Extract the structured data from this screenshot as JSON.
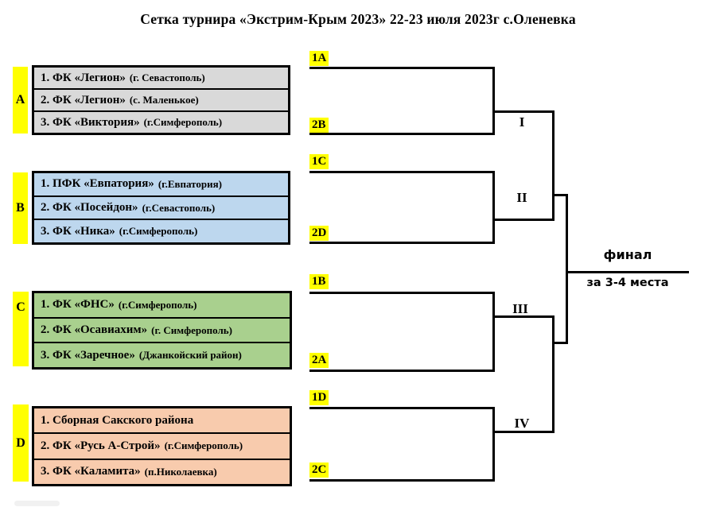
{
  "title": "Сетка турнира «Экстрим-Крым 2023» 22-23 июля 2023г с.Оленевка",
  "groups": [
    {
      "label": "A",
      "fill_color": "#d9d9d9",
      "teams": [
        {
          "name": "1. ФК «Легион»",
          "venue": "(г. Севастополь)"
        },
        {
          "name": "2. ФК «Легион»",
          "venue": "(с. Маленькое)"
        },
        {
          "name": "3. ФК «Виктория»",
          "venue": "(г.Симферополь)"
        }
      ]
    },
    {
      "label": "B",
      "fill_color": "#bdd7ee",
      "teams": [
        {
          "name": "1. ПФК «Евпатория»",
          "venue": "(г.Евпатория)"
        },
        {
          "name": "2. ФК «Посейдон»",
          "venue": "(г.Севастополь)"
        },
        {
          "name": "3. ФК «Ника»",
          "venue": "(г.Симферополь)"
        }
      ]
    },
    {
      "label": "C",
      "fill_color": "#a9d08e",
      "teams": [
        {
          "name": "1. ФК «ФНС»",
          "venue": "(г.Симферополь)"
        },
        {
          "name": "2. ФК «Осавиахим»",
          "venue": "(г. Симферополь)"
        },
        {
          "name": "3. ФК «Заречное»",
          "venue": "(Джанкойский район)"
        }
      ]
    },
    {
      "label": "D",
      "fill_color": "#f8cbad",
      "teams": [
        {
          "name": "1. Сборная Сакского района",
          "venue": ""
        },
        {
          "name": "2. ФК «Русь А-Строй»",
          "venue": "(г.Симферополь)"
        },
        {
          "name": "3. ФК «Каламита»",
          "venue": "(п.Николаевка)"
        }
      ]
    }
  ],
  "bracket": {
    "seeds": {
      "s1A": "1A",
      "s2B": "2B",
      "s1C": "1C",
      "s2D": "2D",
      "s1B": "1B",
      "s2A": "2A",
      "s1D": "1D",
      "s2C": "2C"
    },
    "matches": {
      "m1": "I",
      "m2": "II",
      "m3": "III",
      "m4": "IV"
    },
    "final_label": "финал",
    "third_place_label": "за 3-4 места"
  },
  "colors": {
    "seed_highlight": "#ffff00",
    "group_label_highlight": "#ffff00",
    "line": "#000000",
    "group_a_fill": "#d9d9d9",
    "group_b_fill": "#bdd7ee",
    "group_c_fill": "#a9d08e",
    "group_d_fill": "#f8cbad"
  }
}
